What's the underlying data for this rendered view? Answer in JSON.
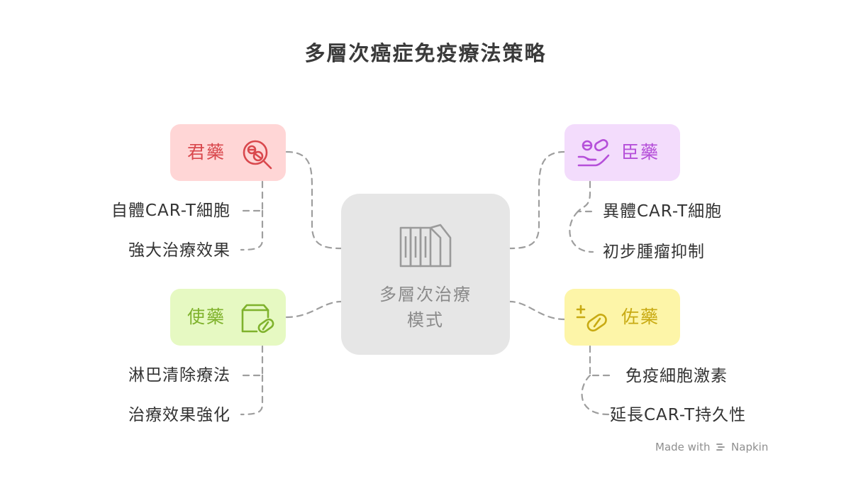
{
  "title": "多層次癌症免疫療法策略",
  "center": {
    "line1": "多層次治療",
    "line2": "模式",
    "icon": "layered-columns-icon"
  },
  "categories": {
    "jun": {
      "label": "君藥",
      "icon": "virus-search-icon",
      "bg": "#ffd6d6",
      "color": "#d9484d",
      "items": [
        "自體CAR-T細胞",
        "強大治療效果"
      ]
    },
    "chen": {
      "label": "臣藥",
      "icon": "hand-pills-icon",
      "bg": "#f3dcfc",
      "color": "#b54fd9",
      "items": [
        "異體CAR-T細胞",
        "初步腫瘤抑制"
      ]
    },
    "shi": {
      "label": "使藥",
      "icon": "box-pill-icon",
      "bg": "#e6f9c2",
      "color": "#7fb22c",
      "items": [
        "淋巴清除療法",
        "治療效果強化"
      ]
    },
    "zuo": {
      "label": "佐藥",
      "icon": "plus-minus-pill-icon",
      "bg": "#fdf5a8",
      "color": "#c8aa12",
      "items": [
        "免疫細胞激素",
        "延長CAR-T持久性"
      ]
    }
  },
  "footer": {
    "made_with": "Made with",
    "brand": "Napkin",
    "icon": "napkin-logo-icon"
  },
  "colors": {
    "connector": "#9e9e9e",
    "center_bg": "#e6e6e6",
    "center_text": "#8a8a8a"
  }
}
